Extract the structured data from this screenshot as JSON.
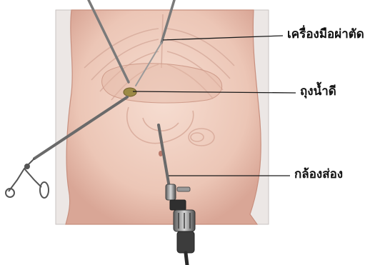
{
  "labels": {
    "surgical_instrument": "เครื่องมือผ่าตัด",
    "gallbladder": "ถุงน้ำดี",
    "laparoscope": "กล้องส่อง"
  },
  "colors": {
    "skin_light": "#f4d9cc",
    "skin_mid": "#e9bfae",
    "skin_shadow": "#d39f8e",
    "background_box": "#ece7e5",
    "gallbladder": "#9c8a45",
    "instrument_metal": "#8c8c8c",
    "leader_line": "#1a1a1a"
  }
}
